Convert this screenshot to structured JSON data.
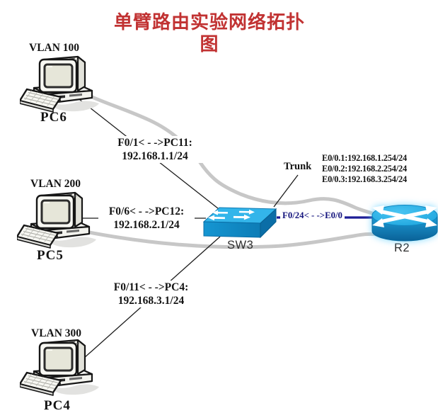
{
  "title": {
    "text": "单臂路由实验网络拓扑图"
  },
  "hosts": [
    {
      "vlan": "VLAN 100",
      "name": "PC6"
    },
    {
      "vlan": "VLAN 200",
      "name": "PC5"
    },
    {
      "vlan": "VLAN 300",
      "name": "PC4"
    }
  ],
  "access_links": [
    {
      "label": "F0/1< - ->PC11:",
      "ip": "192.168.1.1/24"
    },
    {
      "label": "F0/6< - ->PC12:",
      "ip": "192.168.2.1/24"
    },
    {
      "label": "F0/11< - ->PC4:",
      "ip": "192.168.3.1/24"
    }
  ],
  "switch": {
    "name": "SW3"
  },
  "router": {
    "name": "R2",
    "subinterfaces": [
      "E0/0.1:192.168.1.254/24",
      "E0/0.2:192.168.2.254/24",
      "E0/0.3:192.168.3.254/24"
    ]
  },
  "trunk_label": "Trunk",
  "uplink_label": "F0/24< - ->E0/0",
  "colors": {
    "title_red": "#c13232",
    "uplink_navy": "#1c1c96",
    "cable_gray": "#c7c7c7",
    "device_cyan": "#29b0e8"
  },
  "icons": {
    "pc": "desktop-computer-icon",
    "switch": "workgroup-switch-icon",
    "router": "router-icon"
  }
}
